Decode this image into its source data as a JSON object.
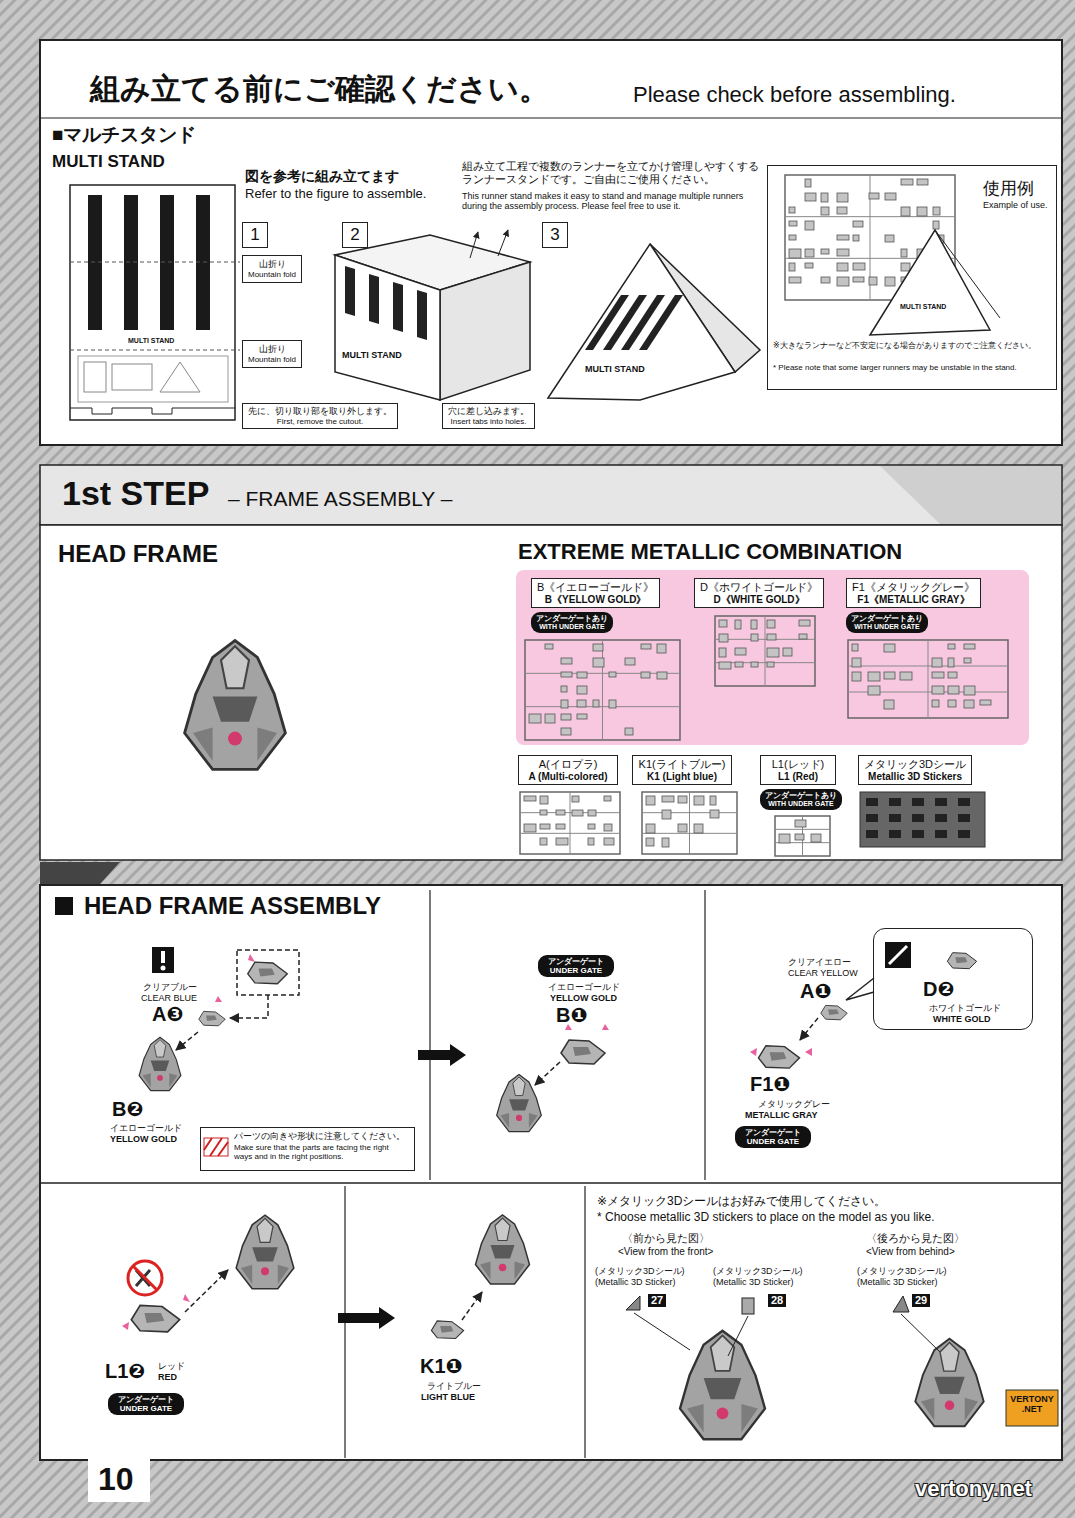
{
  "diagram": {
    "nodes": [
      {
        "text": [
          "組み立てる前にご確認ください。",
          "Please check before assembling."
        ]
      },
      {
        "text": [
          "1"
        ],
        "in": 0
      },
      {
        "text": [
          "2"
        ],
        "in": 0
      },
      {
        "text": [
          "3"
        ],
        "in": 0
      },
      {
        "text": [
          "山折り",
          "Mountain fold"
        ],
        "in": 0
      },
      {
        "text": [
          "山折り",
          "Mountain fold"
        ],
        "in": 0
      },
      {
        "text": [
          "先に、切り取り部を取り外します。",
          "First, remove the cutout."
        ],
        "in": 0
      },
      {
        "text": [
          "穴に差し込みます。",
          "Insert tabs into holes."
        ],
        "in": 0
      },
      {
        "text": [
          "使用例",
          "Example of use.",
          "※大きなランナーなど不安定になる場合がありますのでご注意ください。",
          "* Please note that some larger runners may be unstable in the stand."
        ],
        "in": 0
      },
      {
        "text": [
          "1st STEP",
          "– FRAME ASSEMBLY –"
        ]
      },
      {
        "text": [
          "HEAD FRAME"
        ]
      },
      {
        "text": [
          "EXTREME METALLIC COMBINATION"
        ],
        "in": 10
      },
      {
        "text": [
          "B《イエローゴールド》",
          "B《YELLOW GOLD》"
        ],
        "in": 11
      },
      {
        "text": [
          "アンダーゲートあり",
          "WITH UNDER GATE"
        ],
        "in": 11
      },
      {
        "text": [
          "D《ホワイトゴールド》",
          "D《WHITE GOLD》"
        ],
        "in": 11
      },
      {
        "text": [
          "F1《メタリックグレー》",
          "F1《METALLIC GRAY》"
        ],
        "in": 11
      },
      {
        "text": [
          "アンダーゲートあり",
          "WITH UNDER GATE"
        ],
        "in": 11
      },
      {
        "text": [
          "A(イロプラ)",
          "A (Multi-colored)"
        ],
        "in": 10
      },
      {
        "text": [
          "K1(ライトブルー)",
          "K1 (Light blue)"
        ],
        "in": 10
      },
      {
        "text": [
          "L1(レッド)",
          "L1 (Red)"
        ],
        "in": 10
      },
      {
        "text": [
          "アンダーゲートあり",
          "WITH UNDER GATE"
        ],
        "in": 10
      },
      {
        "text": [
          "メタリック3Dシール",
          "Metallic 3D Stickers"
        ],
        "in": 10
      },
      {
        "text": [
          "HEAD FRAME ASSEMBLY"
        ]
      },
      {
        "text": [
          "クリアブルー",
          "CLEAR BLUE",
          "A❸",
          "B❷",
          "イエローゴールド",
          "YELLOW GOLD"
        ],
        "in": 22
      },
      {
        "text": [
          "パーツの向きや形状に注意してください。",
          "Make sure that the parts are facing the right ways and in the right positions."
        ],
        "in": 23
      },
      {
        "text": [
          "イエローゴールド",
          "YELLOW GOLD",
          "B❶"
        ],
        "in": 22
      },
      {
        "text": [
          "アンダーゲート",
          "UNDER GATE"
        ],
        "in": 25
      },
      {
        "text": [
          "クリアイエロー",
          "CLEAR YELLOW",
          "A❶",
          "F1❶",
          "メタリックグレー",
          "METALLIC GRAY"
        ],
        "in": 22
      },
      {
        "text": [
          "D❷",
          "ホワイトゴールド",
          "WHITE GOLD"
        ],
        "in": 27
      },
      {
        "text": [
          "アンダーゲート",
          "UNDER GATE"
        ],
        "in": 27
      },
      {
        "text": [
          "L1❷",
          "レッド",
          "RED"
        ],
        "in": 22
      },
      {
        "text": [
          "アンダーゲート",
          "UNDER GATE"
        ],
        "in": 30
      },
      {
        "text": [
          "K1❶",
          "ライトブルー",
          "LIGHT BLUE"
        ],
        "in": 22
      },
      {
        "text": [
          "※メタリック3Dシールはお好みで使用してください。",
          "* Choose metallic 3D stickers to place on the model as you like.",
          "〈前から見た図〉",
          "<View from the front>",
          "〈後ろから見た図〉",
          "<View from behind>",
          "(メタリック3Dシール)",
          "(Metallic 3D Sticker)",
          "27",
          "(メタリック3Dシール)",
          "(Metallic 3D Sticker)",
          "28",
          "(メタリック3Dシール)",
          "(Metallic 3D Sticker)",
          "29"
        ],
        "in": 22
      }
    ],
    "edges": [
      {
        "from": 23,
        "to": 25,
        "arrow": "to"
      },
      {
        "from": 30,
        "to": 32,
        "arrow": "to"
      }
    ],
    "labels": [
      "■マルチスタンド",
      "MULTI STAND",
      "図を参考に組み立てます",
      "Refer to the figure to assemble.",
      "組み立て工程で複数のランナーを立てかけ管理しやすくするランナースタンドです。ご自由にご使用ください。",
      "This runner stand makes it easy to stand and manage multiple runners during the assembly process. Please feel free to use it.",
      "MULTI STAND",
      "MULTI STAND",
      "MULTI STAND",
      "MULTI STAND",
      "10",
      "VERTONY .NET",
      "vertony.net"
    ]
  }
}
